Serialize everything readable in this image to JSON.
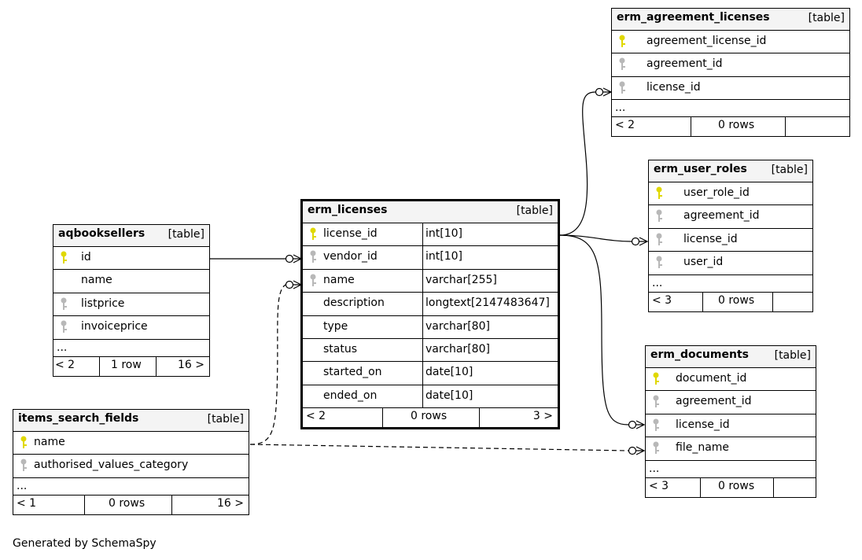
{
  "tables": {
    "erm_agreement_licenses": {
      "name": "erm_agreement_licenses",
      "type": "[table]",
      "columns": [
        {
          "name": "agreement_license_id",
          "key": "primary"
        },
        {
          "name": "agreement_id",
          "key": "foreign"
        },
        {
          "name": "license_id",
          "key": "foreign"
        }
      ],
      "ellipsis": "...",
      "footer": {
        "parents": "< 2",
        "rows": "0 rows",
        "children": ""
      }
    },
    "erm_user_roles": {
      "name": "erm_user_roles",
      "type": "[table]",
      "columns": [
        {
          "name": "user_role_id",
          "key": "primary"
        },
        {
          "name": "agreement_id",
          "key": "foreign"
        },
        {
          "name": "license_id",
          "key": "foreign"
        },
        {
          "name": "user_id",
          "key": "foreign"
        }
      ],
      "ellipsis": "...",
      "footer": {
        "parents": "< 3",
        "rows": "0 rows",
        "children": ""
      }
    },
    "aqbooksellers": {
      "name": "aqbooksellers",
      "type": "[table]",
      "columns": [
        {
          "name": "id",
          "key": "primary"
        },
        {
          "name": "name",
          "key": "none"
        },
        {
          "name": "listprice",
          "key": "foreign"
        },
        {
          "name": "invoiceprice",
          "key": "foreign"
        }
      ],
      "ellipsis": "...",
      "footer": {
        "parents": "< 2",
        "rows": "1 row",
        "children": "16 >"
      }
    },
    "erm_licenses": {
      "name": "erm_licenses",
      "type": "[table]",
      "columns": [
        {
          "name": "license_id",
          "type": "int[10]",
          "key": "primary"
        },
        {
          "name": "vendor_id",
          "type": "int[10]",
          "key": "foreign"
        },
        {
          "name": "name",
          "type": "varchar[255]",
          "key": "foreign"
        },
        {
          "name": "description",
          "type": "longtext[2147483647]",
          "key": "none"
        },
        {
          "name": "type",
          "type": "varchar[80]",
          "key": "none"
        },
        {
          "name": "status",
          "type": "varchar[80]",
          "key": "none"
        },
        {
          "name": "started_on",
          "type": "date[10]",
          "key": "none"
        },
        {
          "name": "ended_on",
          "type": "date[10]",
          "key": "none"
        }
      ],
      "footer": {
        "parents": "< 2",
        "rows": "0 rows",
        "children": "3 >"
      }
    },
    "erm_documents": {
      "name": "erm_documents",
      "type": "[table]",
      "columns": [
        {
          "name": "document_id",
          "key": "primary"
        },
        {
          "name": "agreement_id",
          "key": "foreign"
        },
        {
          "name": "license_id",
          "key": "foreign"
        },
        {
          "name": "file_name",
          "key": "foreign"
        }
      ],
      "ellipsis": "...",
      "footer": {
        "parents": "< 3",
        "rows": "0 rows",
        "children": ""
      }
    },
    "items_search_fields": {
      "name": "items_search_fields",
      "type": "[table]",
      "columns": [
        {
          "name": "name",
          "key": "primary"
        },
        {
          "name": "authorised_values_category",
          "key": "foreign"
        }
      ],
      "ellipsis": "...",
      "footer": {
        "parents": "< 1",
        "rows": "0 rows",
        "children": "16 >"
      }
    }
  },
  "relationships": [
    {
      "from": "aqbooksellers.id",
      "to": "erm_licenses.vendor_id",
      "style": "solid"
    },
    {
      "from": "items_search_fields.name",
      "to": "erm_licenses.name",
      "style": "dashed"
    },
    {
      "from": "erm_licenses.license_id",
      "to": "erm_agreement_licenses.license_id",
      "style": "solid"
    },
    {
      "from": "erm_licenses.license_id",
      "to": "erm_user_roles.license_id",
      "style": "solid"
    },
    {
      "from": "erm_licenses.license_id",
      "to": "erm_documents.license_id",
      "style": "solid"
    },
    {
      "from": "items_search_fields.name",
      "to": "erm_documents.file_name",
      "style": "dashed"
    }
  ],
  "colors": {
    "primary_key": "#e0d800",
    "foreign_key": "#b8b8b8",
    "header_bg": "#f4f4f4"
  },
  "generated_by": "Generated by SchemaSpy"
}
